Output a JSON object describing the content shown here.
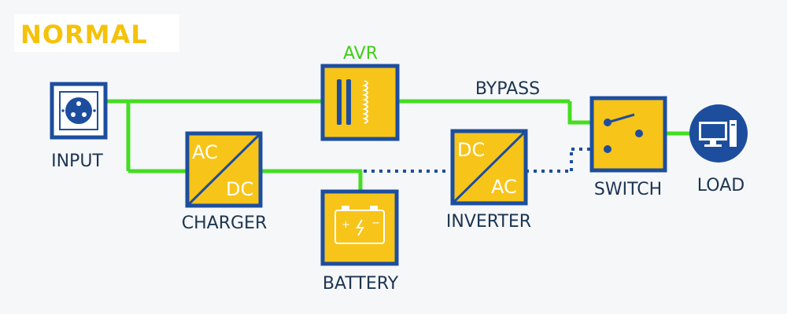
{
  "mode": "NORMAL",
  "labels": {
    "input": "INPUT",
    "avr": "AVR",
    "bypass": "BYPASS",
    "charger": "CHARGER",
    "battery": "BATTERY",
    "inverter": "INVERTER",
    "switch": "SWITCH",
    "load": "LOAD"
  },
  "charger_text": {
    "top": "AC",
    "bottom": "DC"
  },
  "inverter_text": {
    "top": "DC",
    "bottom": "AC"
  },
  "colors": {
    "accent_yellow": "#f5c20a",
    "box_fill": "#f7c419",
    "border_blue": "#1d4e9e",
    "active_line": "#44dd22",
    "inactive_line": "#1d4e9e",
    "label_text": "#1c3552",
    "load_circle": "#1d4e9e"
  },
  "icons": [
    "power-outlet-icon",
    "coil-icon",
    "battery-icon",
    "computer-icon",
    "switch-contact-icon"
  ]
}
